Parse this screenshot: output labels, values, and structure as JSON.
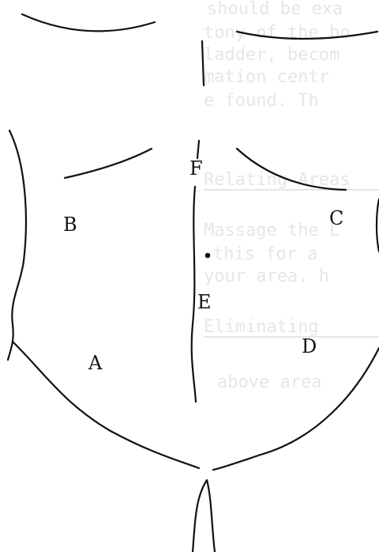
{
  "background_text": {
    "lines": [
      "should be exa",
      "tony of the bo",
      "ladder, becom",
      "mation centr",
      "e found. Th",
      "Relating Areas",
      "Massage the L",
      "this for a",
      "your area. h",
      "Eliminating",
      "above area"
    ]
  },
  "labels": {
    "a": "A",
    "b": "B",
    "c": "C",
    "d": "D",
    "e": "E",
    "f": "F"
  },
  "colors": {
    "ink": "#111111",
    "ghost_text": "#d2d2d2",
    "background": "#ffffff"
  }
}
